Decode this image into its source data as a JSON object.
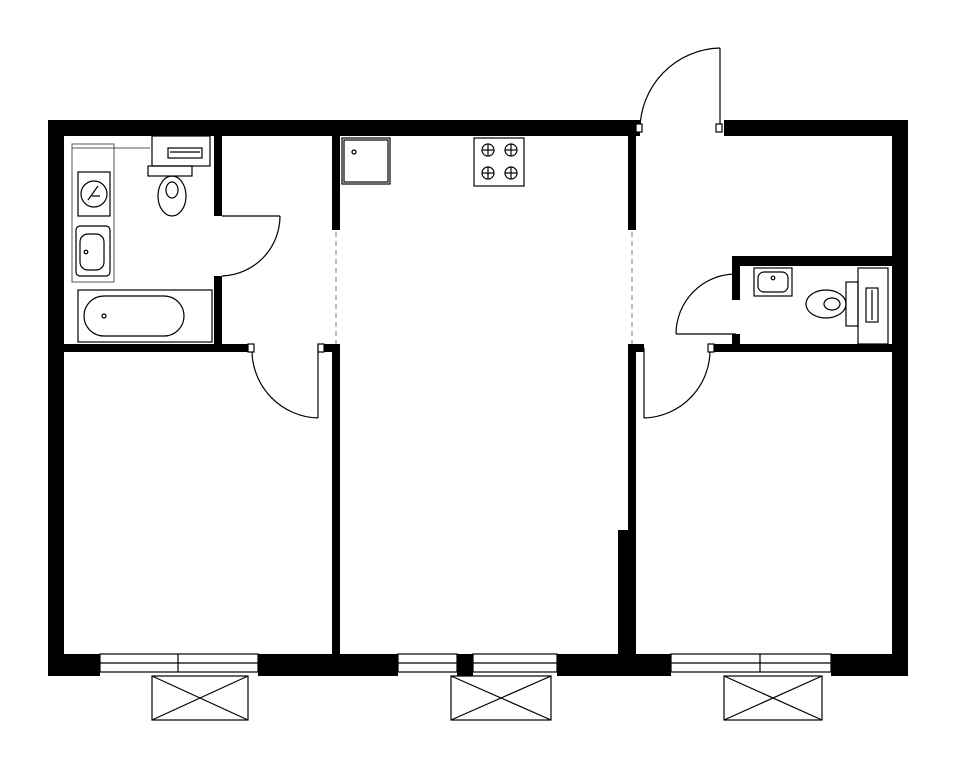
{
  "plan": {
    "kind": "apartment-floor-plan",
    "rooms": [
      {
        "id": "bathroom",
        "fixtures": [
          "washing-machine",
          "wash-basin",
          "bathtub",
          "toilet",
          "cistern"
        ]
      },
      {
        "id": "corridor",
        "fixtures": []
      },
      {
        "id": "bedroom-left",
        "fixtures": []
      },
      {
        "id": "kitchen-living",
        "fixtures": [
          "kitchen-sink",
          "hob-four-burners"
        ]
      },
      {
        "id": "hall",
        "fixtures": []
      },
      {
        "id": "wc",
        "fixtures": [
          "wash-basin",
          "toilet",
          "cistern"
        ]
      },
      {
        "id": "bedroom-right",
        "fixtures": []
      }
    ],
    "balconies": 3,
    "windows": 4,
    "entrance_door": 1,
    "interior_doors": 4,
    "labels": []
  },
  "colors": {
    "wall": "#000000",
    "line": "#000000",
    "background": "#ffffff"
  }
}
